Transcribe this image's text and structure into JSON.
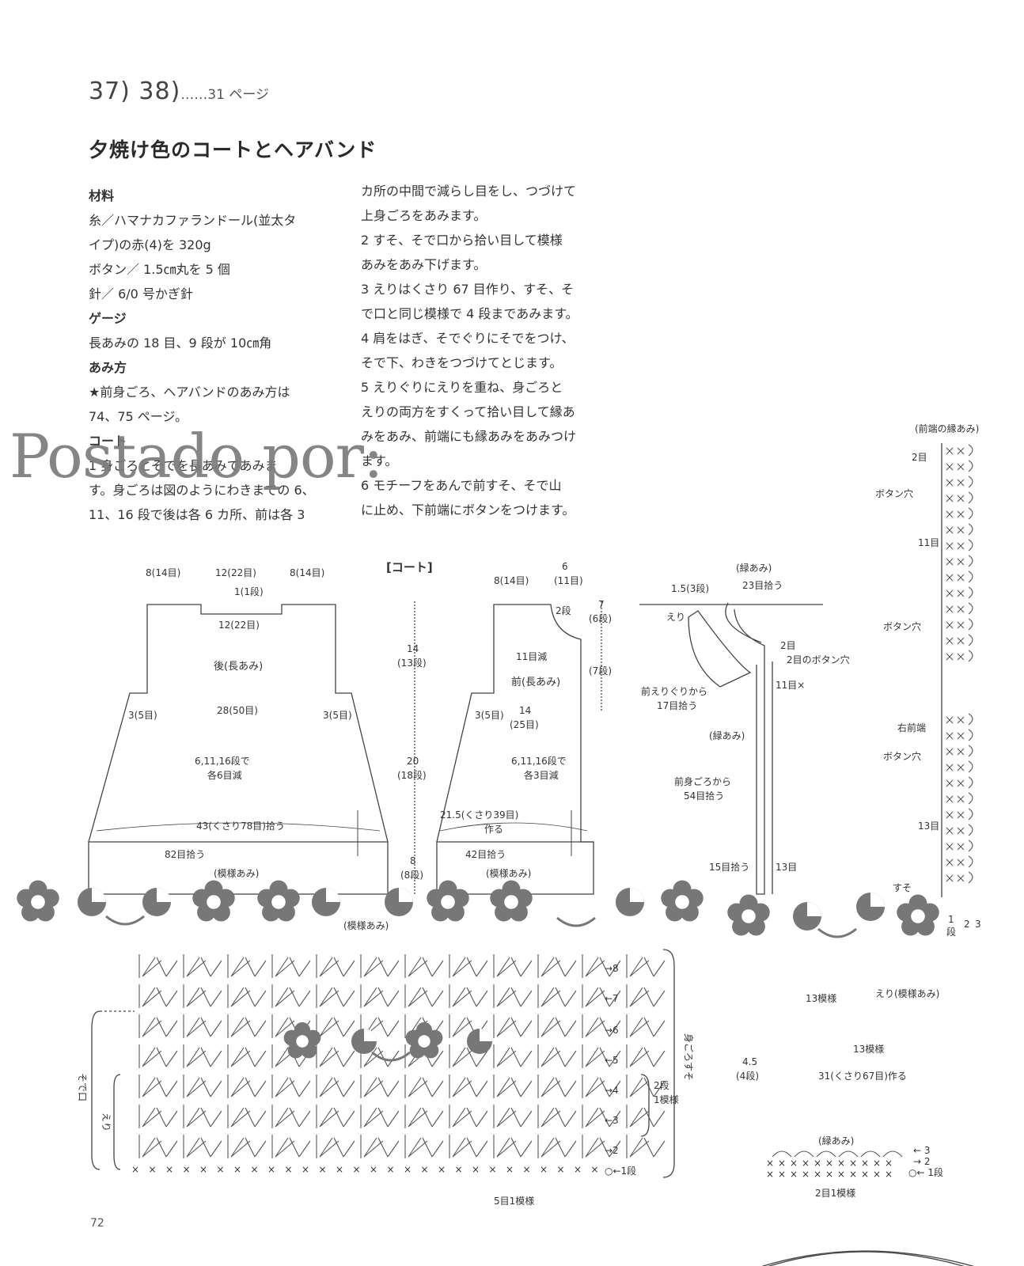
{
  "header": {
    "numbers": "37) 38)",
    "page_ref": "……31 ページ"
  },
  "title": "夕焼け色のコートとヘアバンド",
  "col1": [
    {
      "t": "材料",
      "h": true
    },
    {
      "t": "糸／ハマナカファランドール(並太タ"
    },
    {
      "t": "イプ)の赤(4)を 320g"
    },
    {
      "t": "ボタン／ 1.5㎝丸を 5 個"
    },
    {
      "t": "針／ 6/0 号かぎ針"
    },
    {
      "t": "ゲージ",
      "h": true
    },
    {
      "t": "長あみの 18 目、9 段が 10㎝角"
    },
    {
      "t": "あみ方",
      "h": true
    },
    {
      "t": "★前身ごろ、ヘアバンドのあみ方は"
    },
    {
      "t": "74、75 ページ。"
    },
    {
      "t": "コート",
      "h": true
    },
    {
      "t": "1 身ごろとそでを長あみであみま"
    },
    {
      "t": "す。身ごろは図のようにわきまでの 6、"
    },
    {
      "t": "11、16 段で後は各 6 カ所、前は各 3"
    }
  ],
  "col2": [
    {
      "t": "カ所の中間で減らし目をし、つづけて"
    },
    {
      "t": "上身ごろをあみます。"
    },
    {
      "t": "2 すそ、そで口から拾い目して模様"
    },
    {
      "t": "あみをあみ下げます。"
    },
    {
      "t": "3 えりはくさり 67 目作り、すそ、そ"
    },
    {
      "t": "で口と同じ模様で 4 段まであみます。"
    },
    {
      "t": "4 肩をはぎ、そでぐりにそでをつけ、"
    },
    {
      "t": "そで下、わきをつづけてとじます。"
    },
    {
      "t": "5 えりぐりにえりを重ね、身ごろと"
    },
    {
      "t": "えりの両方をすくって拾い目して縁あ"
    },
    {
      "t": "みをあみ、前端にも縁あみをあみつけ"
    },
    {
      "t": "ます。"
    },
    {
      "t": "6 モチーフをあんで前すそ、そで山"
    },
    {
      "t": "に止め、下前端にボタンをつけます。"
    }
  ],
  "watermark": "Postado por:",
  "back": {
    "top_dims": [
      "8(14目)",
      "12(22目)",
      "8(14目)"
    ],
    "neck": "1(1段)",
    "neck2": "12(22目)",
    "name": "後(長あみ)",
    "side_l": "3(5目)",
    "width": "28(50目)",
    "side_r": "3(5目)",
    "dec1": "6,11,16段で",
    "dec2": "各6目減",
    "pick": "43(くさり78目)拾う",
    "pick2": "82目拾う",
    "pattern": "(模様あみ)"
  },
  "coat_label": "[コート]",
  "vdim": [
    "14",
    "(13段)",
    "20",
    "(18段)",
    "8",
    "(8段)"
  ],
  "front": {
    "top": "6",
    "top_dims": [
      "8(14目)",
      "(11目)"
    ],
    "r1": "2段",
    "r2": "7",
    "r3": "(6段)",
    "r4": "(7段)",
    "dec": "11目減",
    "name": "前(長あみ)",
    "side": "3(5目)",
    "w1": "14",
    "w2": "(25目)",
    "dec1": "6,11,16段で",
    "dec2": "各3目減",
    "chain1": "21.5(くさり39目)",
    "chain2": "作る",
    "pick": "42目拾う",
    "pattern": "(模様あみ)"
  },
  "collar": {
    "edge": "(緑あみ)",
    "l1": "1.5(3段)",
    "l2": "23目拾う",
    "eri": "えり",
    "b1": "2目",
    "b2": "2目のボタン穴",
    "b3": "11目×",
    "front_neck1": "前えりぐりから",
    "front_neck2": "17目拾う",
    "edge2": "(緑あみ)",
    "body1": "前身ごろから",
    "body2": "54目拾う",
    "p15": "15目拾う",
    "p13": "13目"
  },
  "right": {
    "title": "(前端の縁あみ)",
    "r2": "2目",
    "btn1": "ボタン穴",
    "r11": "11目",
    "btn2": "ボタン穴",
    "right_front": "右前端",
    "btn3": "ボタン穴",
    "r13": "13目",
    "hem": "すそ",
    "rows": [
      "1",
      "段",
      "2",
      "3"
    ]
  },
  "chart": {
    "label": "(模様あみ)",
    "rows": [
      "→8",
      "←7",
      "→6",
      "←5",
      "→4",
      "←3",
      "→2",
      "○←1段"
    ],
    "hem": "身ごろすそ",
    "cuff": "そで口",
    "collar": "えり",
    "repeat_rows1": "2段",
    "repeat_rows2": "1模様",
    "repeat_st": "5目1模様"
  },
  "collar_piece": {
    "t1": "13模様",
    "t2": "えり(模様あみ)",
    "t3": "13模様",
    "h1": "4.5",
    "h2": "(4段)",
    "chain": "31(くさり67目)作る"
  },
  "edging": {
    "title": "(緑あみ)",
    "r3": "← 3",
    "r2": "→ 2",
    "r1": "○← 1段",
    "repeat": "2目1模様"
  },
  "page_number": "72"
}
